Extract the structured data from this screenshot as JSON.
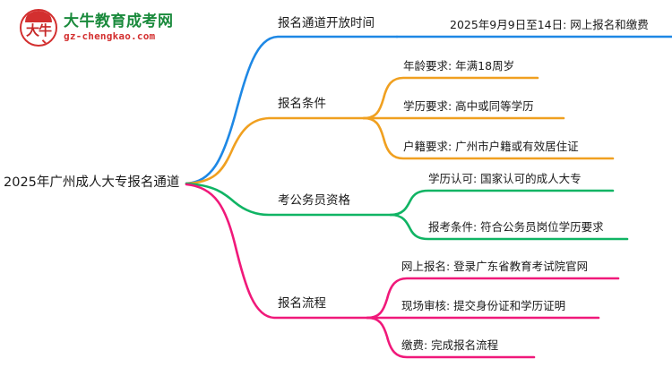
{
  "logo": {
    "badge_mark": "大牛",
    "title": "大牛教育成考网",
    "subtitle": "gz-chengkao.com",
    "title_color": "#1a8a3c",
    "subtitle_color": "#d32f2f",
    "badge_color": "#d32f2f"
  },
  "mindmap": {
    "root": {
      "label": "2025年广州成人大专报名通道"
    },
    "branches": [
      {
        "label": "报名通道开放时间",
        "color": "#1e88e5",
        "leaves": [
          {
            "label": "2025年9月9日至14日: 网上报名和缴费"
          }
        ]
      },
      {
        "label": "报名条件",
        "color": "#f0a020",
        "leaves": [
          {
            "label": "年龄要求: 年满18周岁"
          },
          {
            "label": "学历要求: 高中或同等学历"
          },
          {
            "label": "户籍要求: 广州市户籍或有效居住证"
          }
        ]
      },
      {
        "label": "考公务员资格",
        "color": "#10b464",
        "leaves": [
          {
            "label": "学历认可: 国家认可的成人大专"
          },
          {
            "label": "报考条件: 符合公务员岗位学历要求"
          }
        ]
      },
      {
        "label": "报名流程",
        "color": "#f0197a",
        "leaves": [
          {
            "label": "网上报名: 登录广东省教育考试院官网"
          },
          {
            "label": "现场审核: 提交身份证和学历证明"
          },
          {
            "label": "缴费: 完成报名流程"
          }
        ]
      }
    ]
  }
}
